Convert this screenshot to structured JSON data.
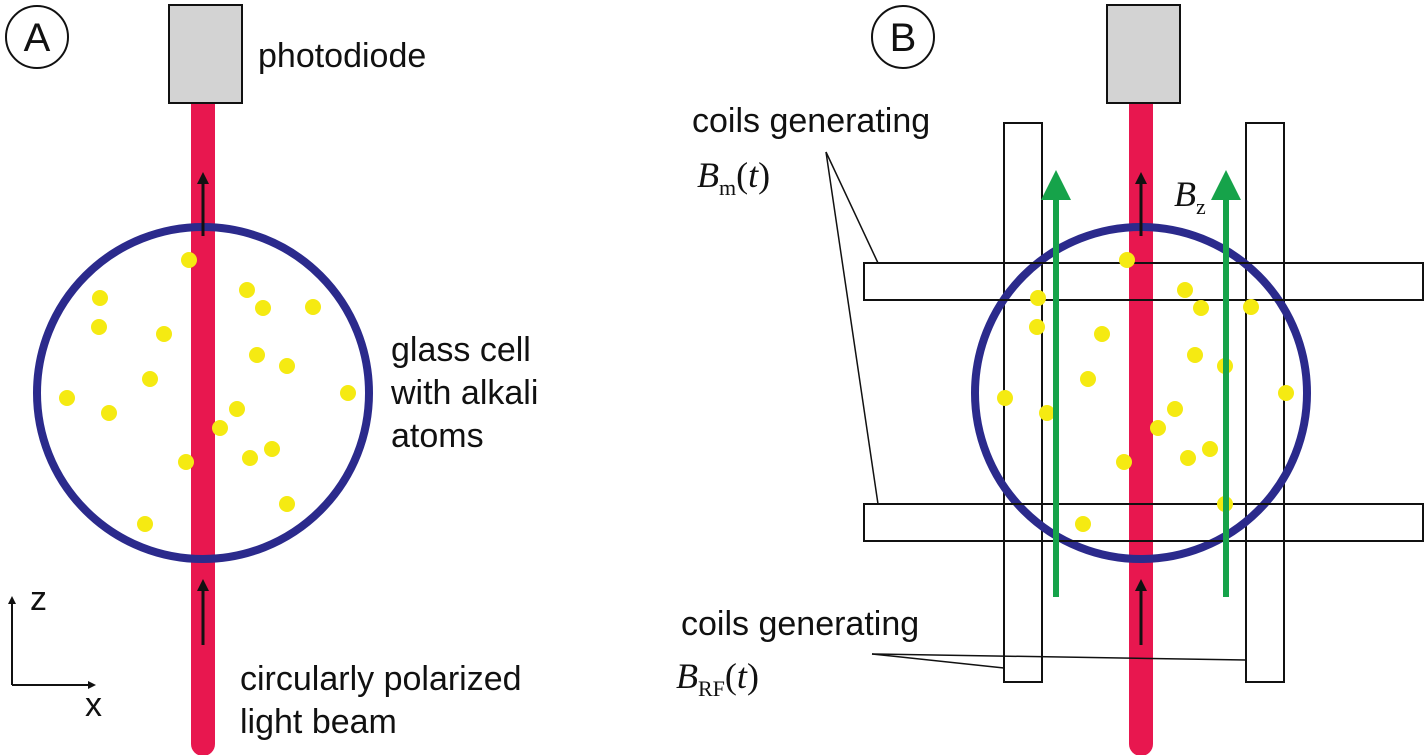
{
  "colors": {
    "beam": "#e8174f",
    "cell": "#2b2a8c",
    "atom": "#f5ea12",
    "field": "#16a34a",
    "box": "#d3d3d3",
    "ink": "#111111"
  },
  "panel_a": {
    "letter": "A",
    "detector_label": "photodiode",
    "cell_label": [
      "glass cell",
      "with alkali",
      "atoms"
    ],
    "beam_label": [
      "circularly polarized",
      "light beam"
    ],
    "axis_z": "z",
    "axis_x": "x"
  },
  "panel_b": {
    "letter": "B",
    "coils_m_label": "coils generating",
    "coils_m_symbol": "B",
    "coils_m_sub": "m",
    "coils_m_arg": "(t)",
    "field_symbol": "B",
    "field_sub": "z",
    "coils_rf_label": "coils generating",
    "coils_rf_symbol": "B",
    "coils_rf_sub": "RF",
    "coils_rf_arg": "(t)"
  }
}
